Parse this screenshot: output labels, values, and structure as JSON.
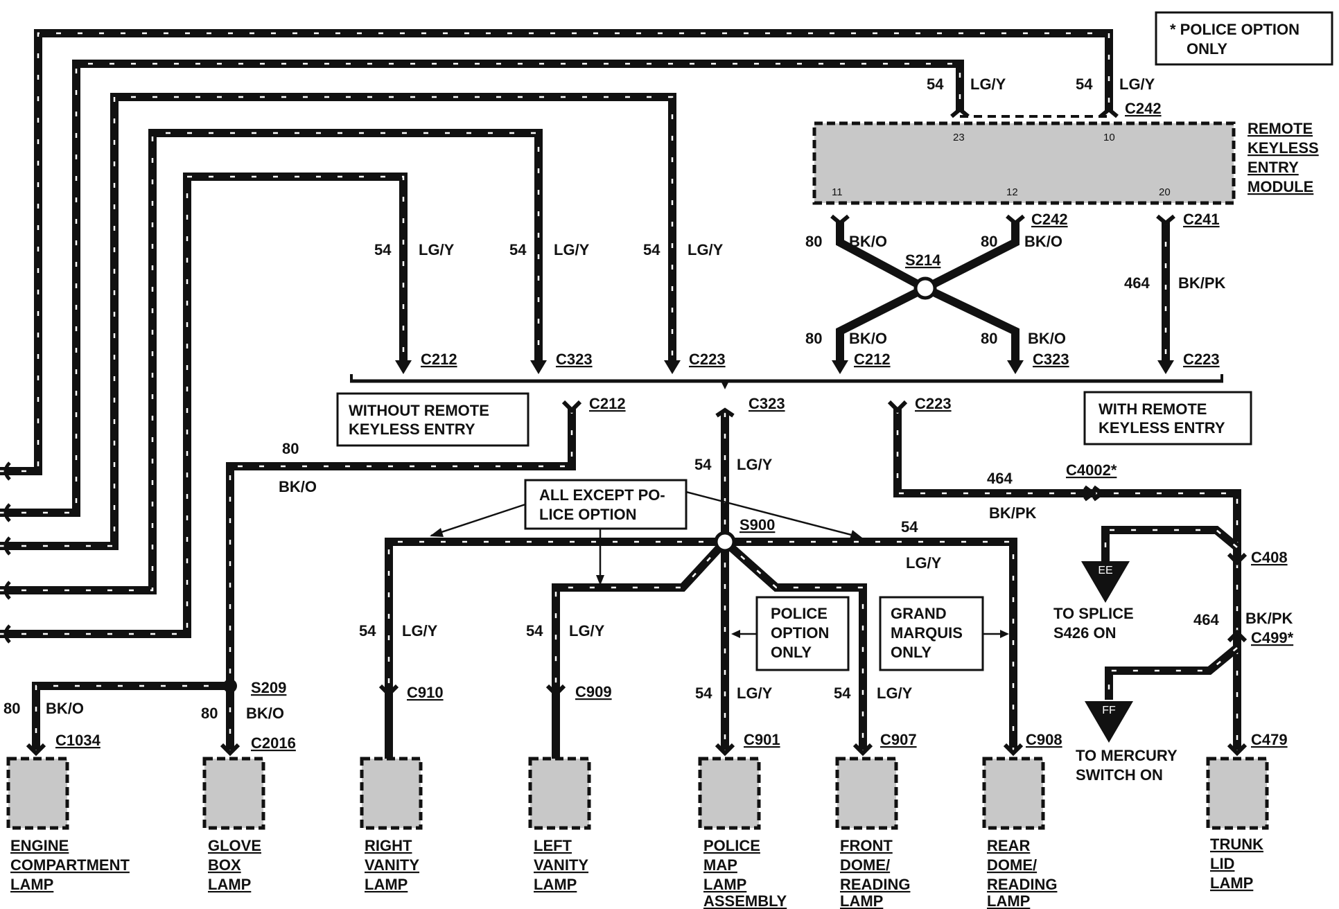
{
  "note_police": [
    "* POLICE OPTION",
    "ONLY"
  ],
  "note_without": [
    "WITHOUT REMOTE",
    "KEYLESS ENTRY"
  ],
  "note_with": [
    "WITH REMOTE",
    "KEYLESS ENTRY"
  ],
  "note_all_except": [
    "ALL EXCEPT PO-",
    "LICE OPTION"
  ],
  "note_police_only": [
    "POLICE",
    "OPTION",
    "ONLY"
  ],
  "note_grand_marquis": [
    "GRAND",
    "MARQUIS",
    "ONLY"
  ],
  "module": {
    "name": [
      "REMOTE",
      "KEYLESS",
      "ENTRY",
      "MODULE"
    ],
    "pins": [
      "23",
      "10",
      "11",
      "12",
      "20"
    ]
  },
  "wires": {
    "num_54": "54",
    "num_80": "80",
    "num_464": "464",
    "lgy": "LG/Y",
    "bko": "BK/O",
    "bkpk": "BK/PK"
  },
  "connectors": {
    "c242": "C242",
    "c241": "C241",
    "c212": "C212",
    "c323": "C323",
    "c223": "C223",
    "c4002": "C4002*",
    "c408": "C408",
    "c499": "C499*",
    "c479": "C479",
    "c1034": "C1034",
    "c2016": "C2016",
    "c910": "C910",
    "c909": "C909",
    "c901": "C901",
    "c907": "C907",
    "c908": "C908"
  },
  "splices": {
    "s214": "S214",
    "s900": "S900",
    "s209": "S209"
  },
  "refs": {
    "ee": "EE",
    "ee_text": [
      "TO SPLICE",
      "S426 ON"
    ],
    "ff": "FF",
    "ff_text": [
      "TO MERCURY",
      "SWITCH ON"
    ]
  },
  "components": {
    "engine": [
      "ENGINE",
      "COMPARTMENT",
      "LAMP"
    ],
    "glove": [
      "GLOVE",
      "BOX",
      "LAMP"
    ],
    "right_vanity": [
      "RIGHT",
      "VANITY",
      "LAMP"
    ],
    "left_vanity": [
      "LEFT",
      "VANITY",
      "LAMP"
    ],
    "police_map": [
      "POLICE",
      "MAP",
      "LAMP",
      "ASSEMBLY"
    ],
    "front_dome": [
      "FRONT",
      "DOME/",
      "READING",
      "LAMP"
    ],
    "rear_dome": [
      "REAR",
      "DOME/",
      "READING",
      "LAMP"
    ],
    "trunk": [
      "TRUNK",
      "LID",
      "LAMP"
    ]
  }
}
